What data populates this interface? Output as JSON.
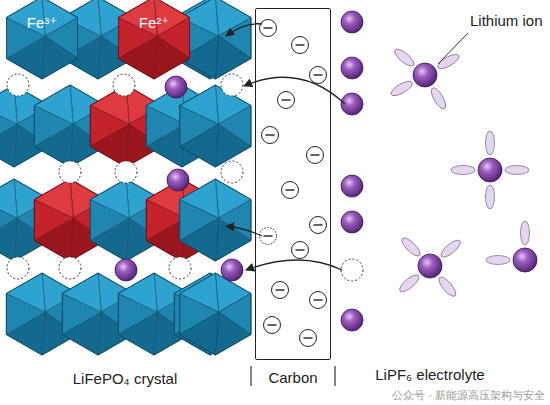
{
  "diagram": {
    "nodes": [
      {
        "text": [
          "Fe³⁺"
        ]
      },
      {
        "text": [
          "Fe²⁺"
        ]
      },
      {
        "text": [
          "Carbon"
        ]
      }
    ],
    "labels": [
      "Lithium ion",
      "LiFePO₄ crystal",
      "LiPF₆ electrolyte",
      "公众号 · 新能源高压架构与安全"
    ]
  }
}
